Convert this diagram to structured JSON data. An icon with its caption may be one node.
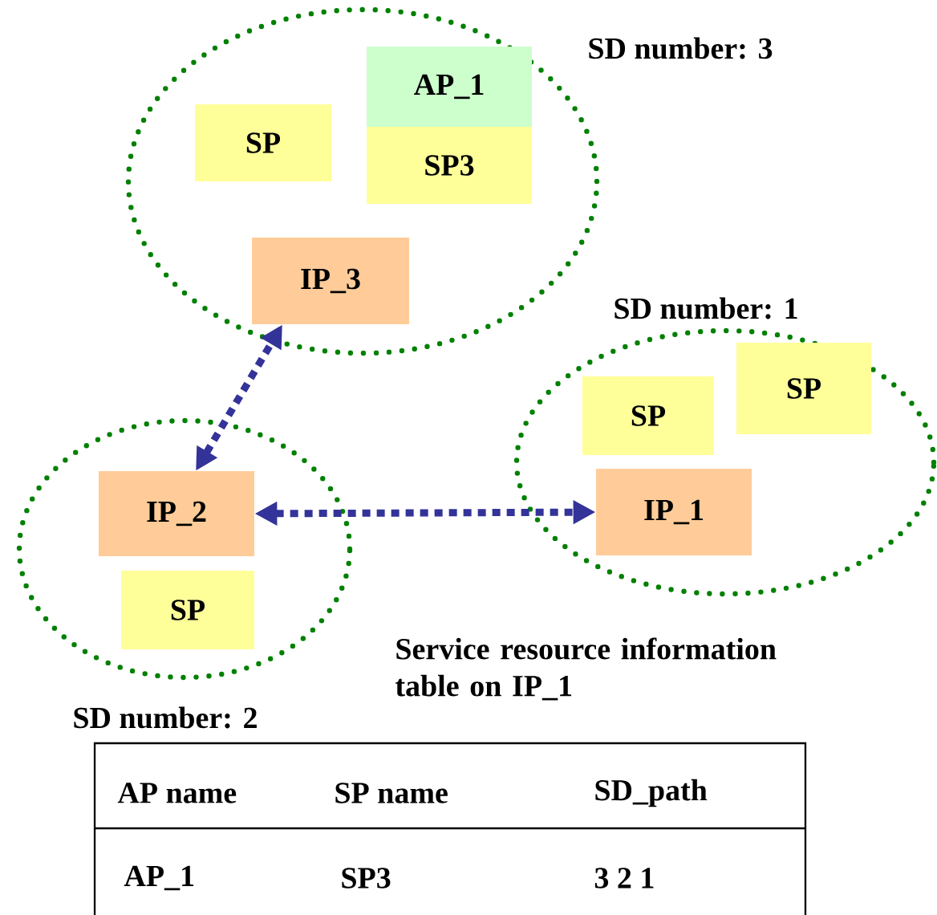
{
  "diagram": {
    "nodes": [
      {
        "text": [],
        "shape": "ellipse",
        "beside": [
          "SD number: 3"
        ]
      },
      {
        "text": [
          "SP"
        ],
        "in": 0
      },
      {
        "text": [
          "AP_1"
        ],
        "in": 0
      },
      {
        "text": [
          "SP3"
        ],
        "in": 0
      },
      {
        "text": [
          "IP_3"
        ],
        "in": 0
      },
      {
        "text": [],
        "shape": "ellipse",
        "beside": [
          "SD number: 1"
        ]
      },
      {
        "text": [
          "SP"
        ],
        "in": 5
      },
      {
        "text": [
          "SP"
        ],
        "in": 5
      },
      {
        "text": [
          "IP_1"
        ],
        "in": 5
      },
      {
        "text": [],
        "shape": "ellipse",
        "beside": [
          "SD number: 2"
        ]
      },
      {
        "text": [
          "IP_2"
        ],
        "in": 9
      },
      {
        "text": [
          "SP"
        ],
        "in": 9
      }
    ],
    "edges": [
      {
        "from": 10,
        "to": 4,
        "arrow": "both",
        "style": "dashed",
        "color": "#333399"
      },
      {
        "from": 10,
        "to": 8,
        "arrow": "both",
        "style": "dashed",
        "color": "#333399"
      }
    ],
    "labels": [
      "Service resource information table on IP_1",
      "AP name",
      "SP name",
      "SD_path",
      "AP_1",
      "SP3",
      "3 2 1"
    ]
  }
}
